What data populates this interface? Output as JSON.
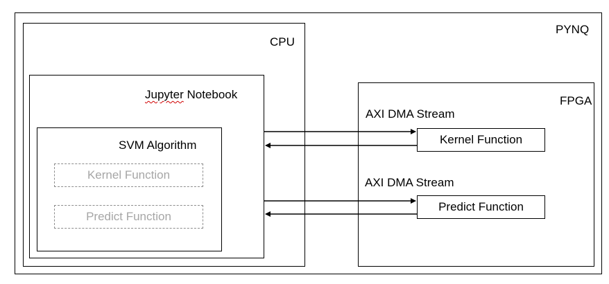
{
  "pynq": {
    "label": "PYNQ"
  },
  "cpu": {
    "label": "CPU"
  },
  "jupyter": {
    "label_word1": "Jupyter",
    "label_word2": " Notebook"
  },
  "svm": {
    "label": "SVM Algorithm",
    "kernel_placeholder": "Kernel Function",
    "predict_placeholder": "Predict Function"
  },
  "fpga": {
    "label": "FPGA",
    "stream1_label": "AXI DMA Stream",
    "stream2_label": "AXI DMA Stream",
    "kernel_label": "Kernel Function",
    "predict_label": "Predict Function"
  },
  "colors": {
    "border": "#000000",
    "dashed_border": "#8c8c8c",
    "faded_text": "#a6a6a6",
    "spellcheck": "#d00000"
  }
}
